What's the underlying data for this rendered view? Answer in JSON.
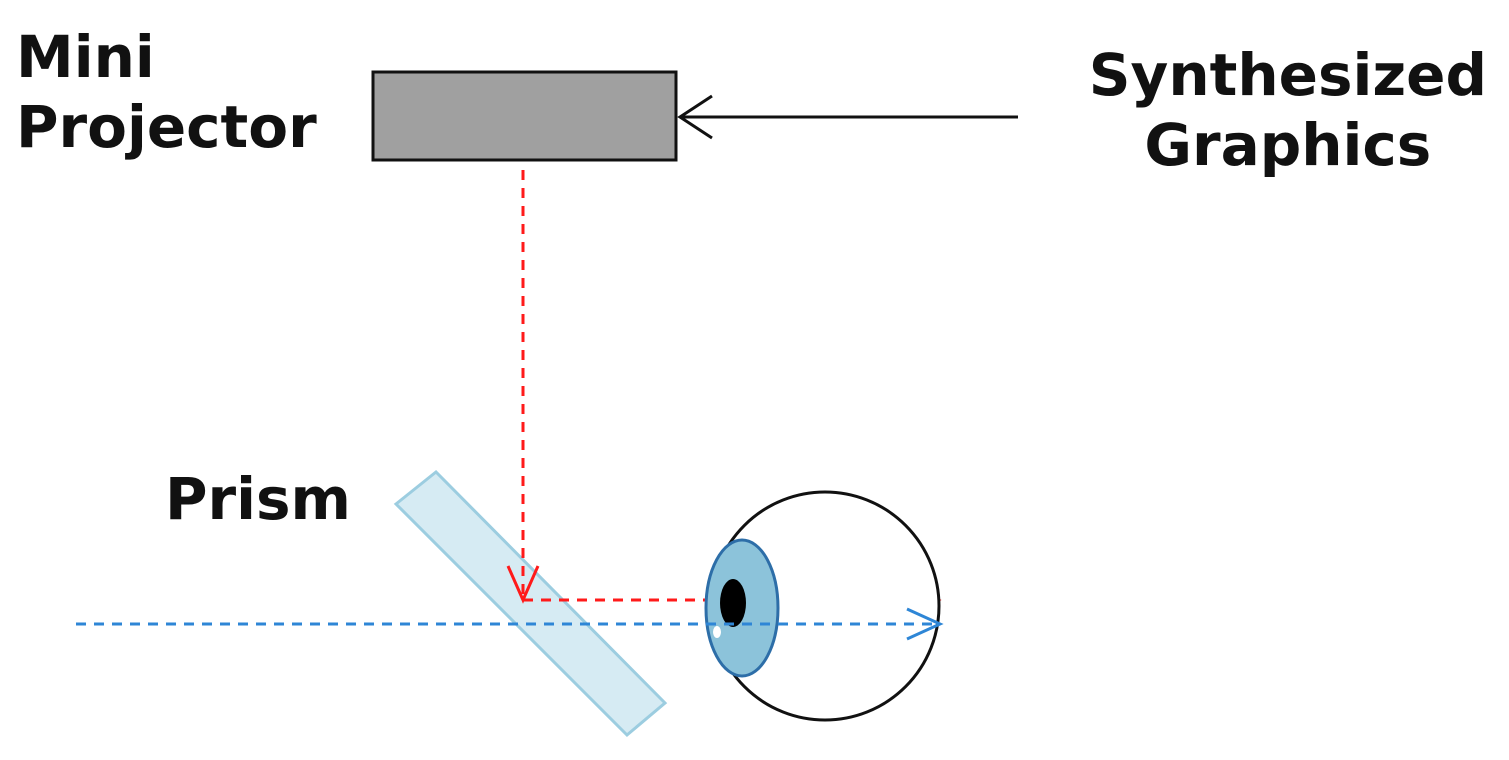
{
  "labels": {
    "mini_projector": [
      "Mini",
      "Projector"
    ],
    "synthesized_graphics": [
      "Synthesized",
      "Graphics"
    ],
    "prism": "Prism"
  },
  "colors": {
    "projector_fill": "#a0a0a0",
    "prism_fill": "#d6ebf3",
    "prism_stroke": "#9ccde0",
    "red_ray": "#ff1a1a",
    "blue_ray": "#2e86d6",
    "iris": "#8cc3da",
    "iris_stroke": "#2d6ea8",
    "pupil": "#000000"
  }
}
